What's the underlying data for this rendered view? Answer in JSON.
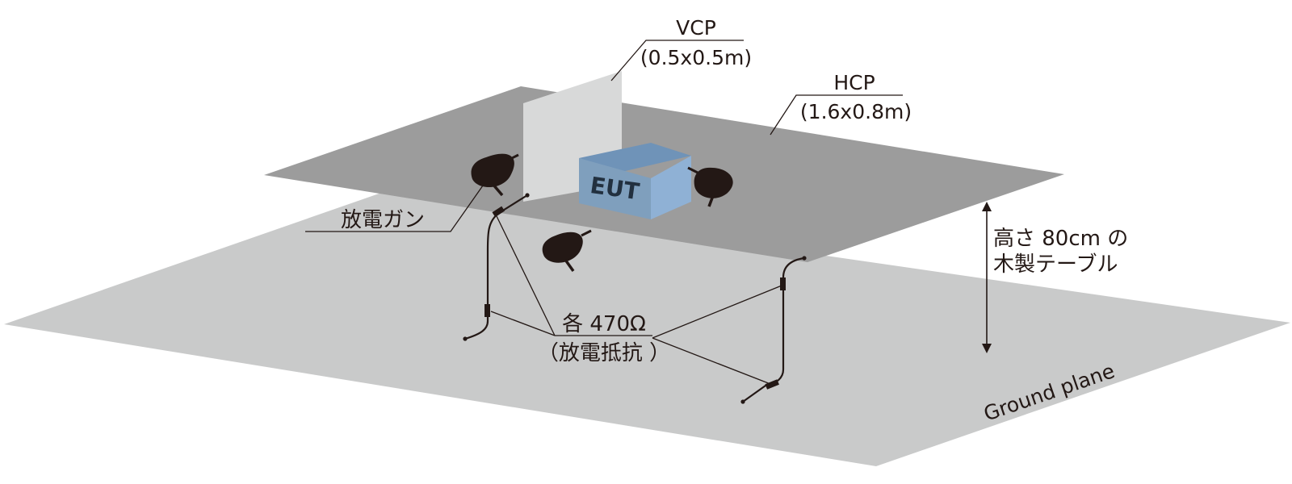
{
  "labels": {
    "vcp_name": "VCP",
    "vcp_size": "(0.5x0.5m)",
    "hcp_name": "HCP",
    "hcp_size": "(1.6x0.8m)",
    "eut": "EUT",
    "discharge_gun": "放電ガン",
    "table_height_line1": "高さ 80cm の",
    "table_height_line2": "木製テーブル",
    "resistor_value": "各 470Ω",
    "resistor_note": "（放電抵抗 ）",
    "ground_plane": "Ground plane"
  },
  "colors": {
    "ground_plane": "#c9caca",
    "hcp": "#9c9c9c",
    "vcp": "#d8d9d9",
    "eut_front": "#7f9fbd",
    "eut_top": "#6f93b8",
    "eut_side": "#8fb1d5",
    "ink": "#231815"
  }
}
